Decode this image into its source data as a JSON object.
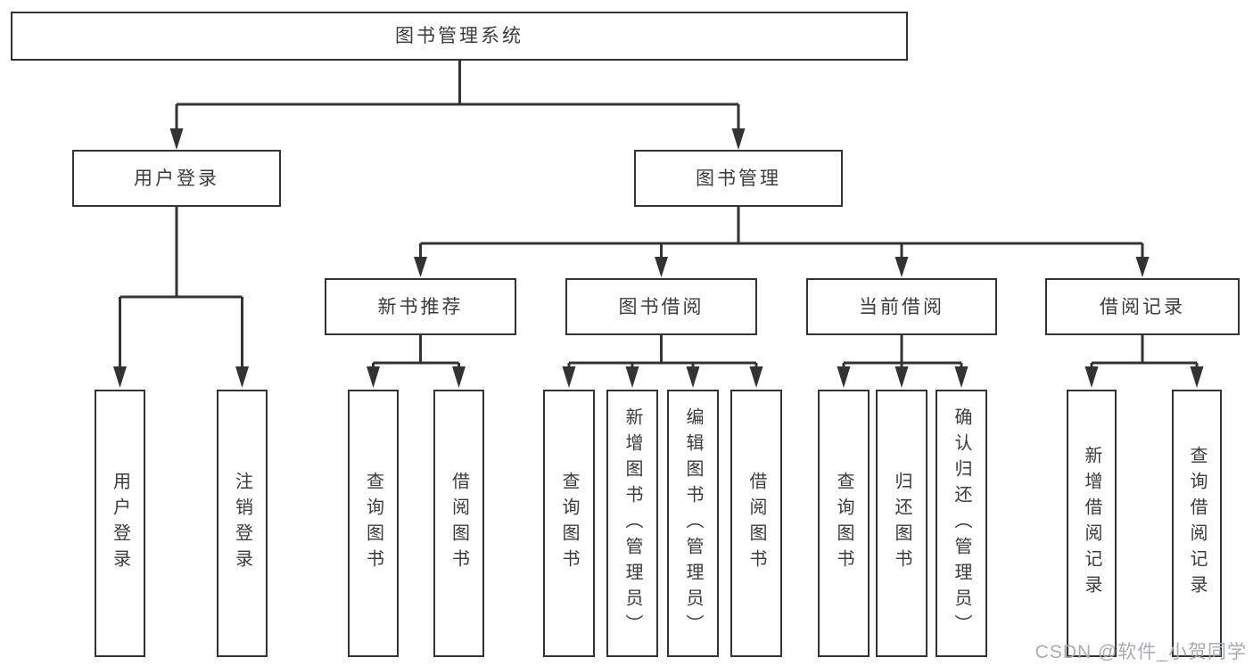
{
  "page": {
    "background": "#ffffff"
  },
  "colors": {
    "line": "#333333",
    "box_border": "#333333",
    "text": "#3b3b3b",
    "watermark": "#a8abaf"
  },
  "watermark": {
    "text": "CSDN @软件_小贺同学"
  },
  "tree": {
    "root": {
      "label": "图书管理系统",
      "children": [
        {
          "label": "用户登录",
          "children": [
            {
              "label": "用户登录"
            },
            {
              "label": "注销登录"
            }
          ]
        },
        {
          "label": "图书管理",
          "children": [
            {
              "label": "新书推荐",
              "children": [
                {
                  "label": "查询图书"
                },
                {
                  "label": "借阅图书"
                }
              ]
            },
            {
              "label": "图书借阅",
              "children": [
                {
                  "label": "查询图书"
                },
                {
                  "label": "新增图书（管理员）"
                },
                {
                  "label": "编辑图书（管理员）"
                },
                {
                  "label": "借阅图书"
                }
              ]
            },
            {
              "label": "当前借阅",
              "children": [
                {
                  "label": "查询图书"
                },
                {
                  "label": "归还图书"
                },
                {
                  "label": "确认归还（管理员）"
                }
              ]
            },
            {
              "label": "借阅记录",
              "children": [
                {
                  "label": "新增借阅记录"
                },
                {
                  "label": "查询借阅记录"
                }
              ]
            }
          ]
        }
      ]
    }
  }
}
